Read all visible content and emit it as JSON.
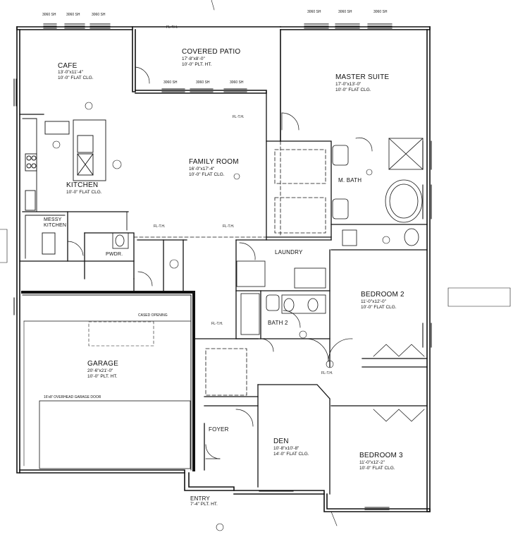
{
  "rooms": {
    "cafe": {
      "name": "CAFE",
      "dims": "13'-0\"x11'-4\"",
      "ceiling": "10'-0\" FLAT CLG."
    },
    "covered_patio": {
      "name": "COVERED PATIO",
      "dims": "17'-8\"x8'-0\"",
      "ceiling": "10'-0\" PLT. HT."
    },
    "master_suite": {
      "name": "MASTER SUITE",
      "dims": "17'-0\"x13'-0\"",
      "ceiling": "10'-0\" FLAT CLG."
    },
    "family_room": {
      "name": "FAMILY ROOM",
      "dims": "16'-0\"x17'-4\"",
      "ceiling": "10'-0\" FLAT CLG."
    },
    "kitchen": {
      "name": "KITCHEN",
      "ceiling": "10'-0\" FLAT CLG."
    },
    "m_bath": {
      "name": "M. BATH"
    },
    "messy_kitchen": {
      "name": "MESSY KITCHEN"
    },
    "pwdr": {
      "name": "PWDR."
    },
    "laundry": {
      "name": "LAUNDRY"
    },
    "bedroom2": {
      "name": "BEDROOM 2",
      "dims": "11'-0\"x12'-0\"",
      "ceiling": "10'-0\" FLAT CLG."
    },
    "bath2": {
      "name": "BATH 2"
    },
    "garage": {
      "name": "GARAGE",
      "dims": "20'-6\"x21'-0\"",
      "ceiling": "10'-0\" PLT. HT."
    },
    "foyer": {
      "name": "FOYER"
    },
    "den": {
      "name": "DEN",
      "dims": "10'-8\"x10'-8\"",
      "ceiling": "14'-0\" FLAT CLG."
    },
    "bedroom3": {
      "name": "BEDROOM 3",
      "dims": "11'-0\"x12'-2\"",
      "ceiling": "10'-0\" FLAT CLG."
    },
    "entry": {
      "name": "ENTRY",
      "ceiling": "7'-4\" PLT. HT."
    }
  },
  "tags": {
    "window_small": "3060 SH",
    "window_patio": "3060 SH",
    "cased_opening": "CASED OPENING",
    "flat_header": "FL-T.H.",
    "garage_door": "16'x8' OVERHEAD GARAGE DOOR"
  },
  "colors": {
    "line": "#111111",
    "background": "#ffffff"
  }
}
